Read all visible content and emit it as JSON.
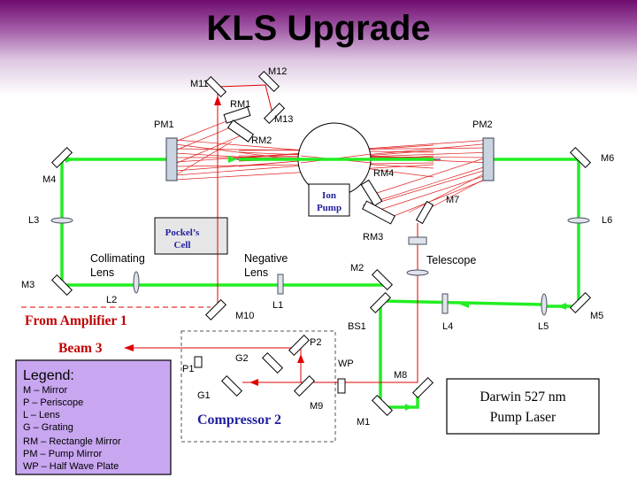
{
  "title": "KLS Upgrade",
  "labels": {
    "m11": "M11",
    "m12": "M12",
    "rm1": "RM1",
    "m13": "M13",
    "pm1": "PM1",
    "pm2": "PM2",
    "rm2": "RM2",
    "m4": "M4",
    "m6": "M6",
    "rm4": "RM4",
    "m7": "M7",
    "l3": "L3",
    "l6": "L6",
    "rm3": "RM3",
    "telescope": "Telescope",
    "collimating_1": "Collimating",
    "collimating_2": "Lens",
    "negative_1": "Negative",
    "negative_2": "Lens",
    "m3": "M3",
    "m2": "M2",
    "l2": "L2",
    "l1": "L1",
    "m10": "M10",
    "bs1": "BS1",
    "l4": "L4",
    "l5": "L5",
    "m5": "M5",
    "p2": "P2",
    "p1": "P1",
    "g2": "G2",
    "g1": "G1",
    "wp": "WP",
    "m8": "M8",
    "m9": "M9",
    "m1": "M1"
  },
  "ion_pump": {
    "line1": "Ion",
    "line2": "Pump"
  },
  "pockels_cell": {
    "line1": "Pockel’s",
    "line2": "Cell"
  },
  "from_amplifier": "From Amplifier 1",
  "beam3": "Beam 3",
  "compressor": "Compressor 2",
  "pump_laser": {
    "line1": "Darwin 527 nm",
    "line2": "Pump Laser"
  },
  "legend": {
    "title": "Legend:",
    "items": [
      "M – Mirror",
      "P – Periscope",
      "L – Lens",
      "G – Grating",
      "RM – Rectangle Mirror",
      "PM – Pump Mirror",
      "WP – Half Wave Plate"
    ]
  },
  "colors": {
    "pump_beam": "#22ee22",
    "seed_beam": "#e00000",
    "title_gradient": "#6f0c6f",
    "legend_fill": "#c8a6f0"
  }
}
